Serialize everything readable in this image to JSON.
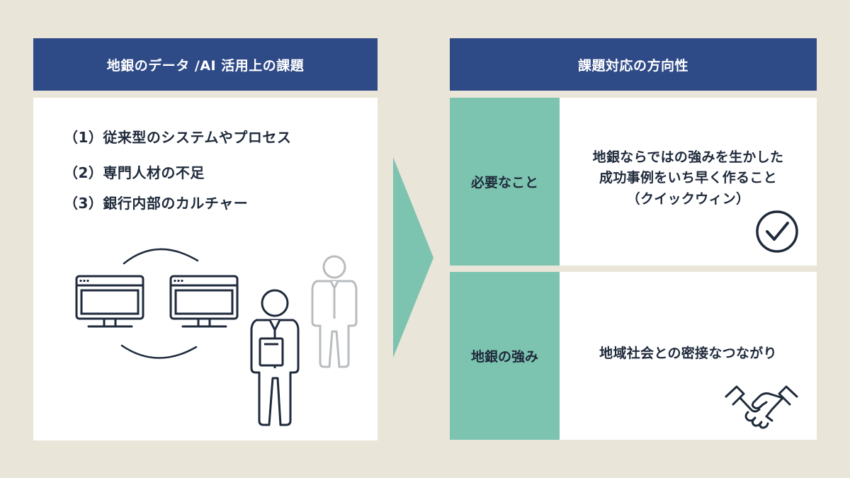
{
  "left_panel": {
    "title": "地銀のデータ /AI 活用上の課題",
    "issues": [
      "（1）従来型のシステムやプロセス",
      "（2）専門人材の不足",
      "（3）銀行内部のカルチャー"
    ]
  },
  "right_panel": {
    "title": "課題対応の方向性",
    "rows": [
      {
        "label": "必要なこと",
        "text_lines": [
          "地銀ならではの強みを生かした",
          "成功事例をいち早く作ること",
          "（クイックウィン）"
        ],
        "icon": "check-circle-icon"
      },
      {
        "label": "地銀の強み",
        "text_lines": [
          "地域社会との密接なつながり"
        ],
        "icon": "handshake-icon"
      }
    ]
  },
  "colors": {
    "background": "#e9e5d8",
    "header": "#2e4a87",
    "teal": "#7cc3b0",
    "icon_dark": "#1f2a3b",
    "icon_gray": "#b9bcbf"
  }
}
